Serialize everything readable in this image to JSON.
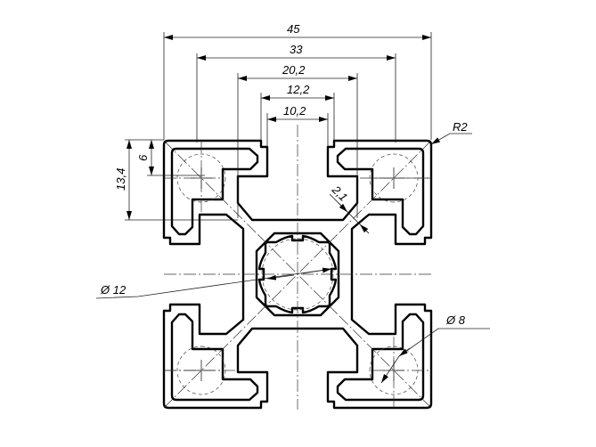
{
  "drawing": {
    "title": "45x45 aluminium profile cross-section",
    "dimensions": {
      "overall_width": "45",
      "slot_pitch": "33",
      "slot_inner_width": "20,2",
      "slot_opening_outer": "12,2",
      "slot_opening_inner": "10,2",
      "height_to_slot": "13,4",
      "lip_depth": "6",
      "corner_radius": "R2",
      "web_thickness": "2,1",
      "center_bore": "Ø 12",
      "corner_bore": "Ø 8"
    },
    "colors": {
      "line": "#000000",
      "background": "#ffffff"
    }
  }
}
